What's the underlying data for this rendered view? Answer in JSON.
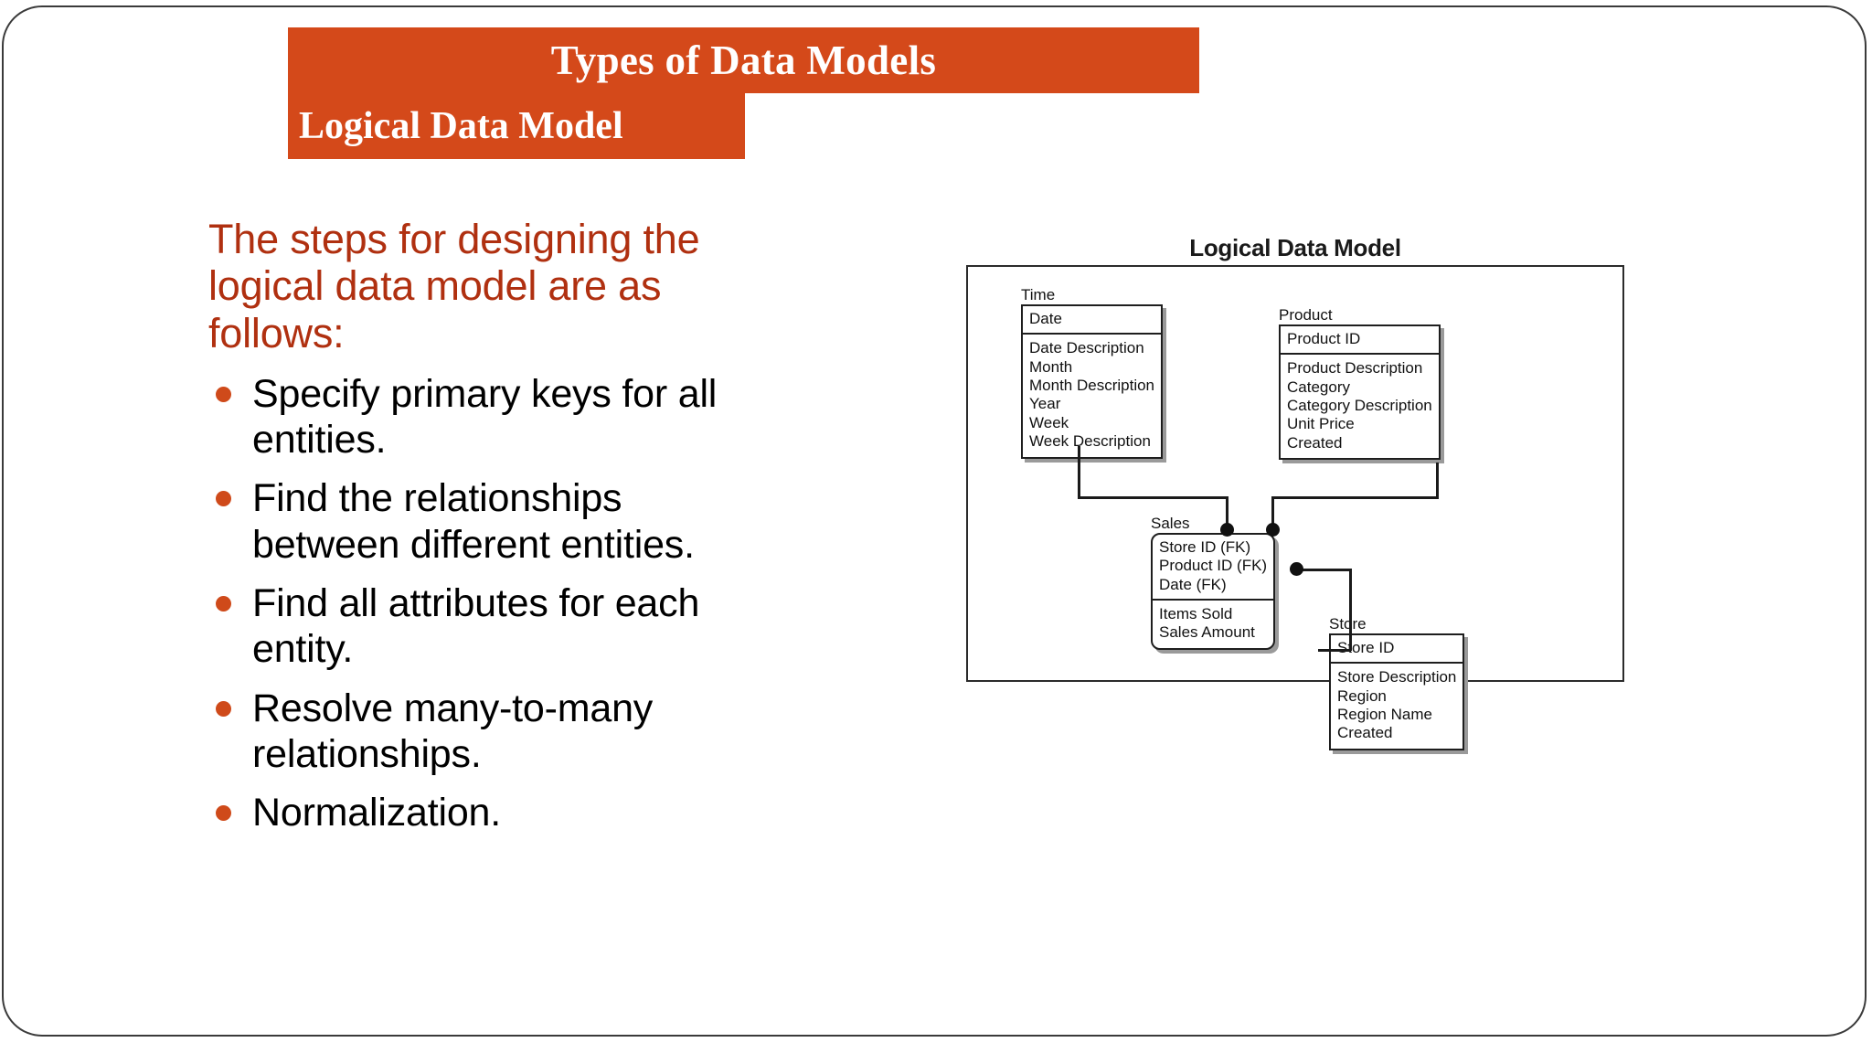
{
  "theme": {
    "accent_color": "#d4491a",
    "intro_text_color": "#b03010",
    "bullet_text_color": "#000000",
    "bullet_marker_color": "#cf4a1a",
    "slide_border_color": "#3a3a3a"
  },
  "header": {
    "title": "Types of Data Models",
    "subtitle": "Logical Data Model"
  },
  "body": {
    "intro": "The steps for designing the logical data model are as follows:",
    "bullets": [
      "Specify primary keys for all entities.",
      "Find the relationships between different entities.",
      "Find all attributes for each entity.",
      "Resolve many-to-many relationships.",
      "Normalization."
    ]
  },
  "diagram": {
    "title": "Logical Data Model",
    "entities": [
      {
        "name": "Time",
        "keys": [
          "Date"
        ],
        "attributes": [
          "Date Description",
          "Month",
          "Month Description",
          "Year",
          "Week",
          "Week Description"
        ]
      },
      {
        "name": "Product",
        "keys": [
          "Product ID"
        ],
        "attributes": [
          "Product Description",
          "Category",
          "Category Description",
          "Unit Price",
          "Created"
        ]
      },
      {
        "name": "Sales",
        "keys": [
          "Store ID (FK)",
          "Product ID (FK)",
          "Date (FK)"
        ],
        "attributes": [
          "Items Sold",
          "Sales Amount"
        ]
      },
      {
        "name": "Store",
        "keys": [
          "Store ID"
        ],
        "attributes": [
          "Store Description",
          "Region",
          "Region Name",
          "Created"
        ]
      }
    ],
    "relationships": [
      {
        "from": "Time",
        "to": "Sales"
      },
      {
        "from": "Product",
        "to": "Sales"
      },
      {
        "from": "Store",
        "to": "Sales"
      }
    ]
  }
}
